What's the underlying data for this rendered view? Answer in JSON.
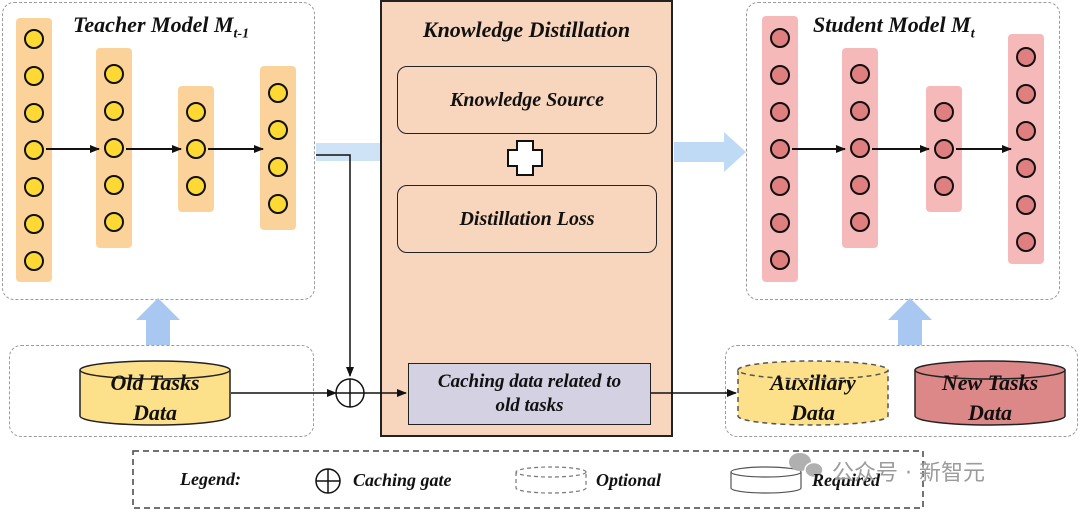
{
  "teacher": {
    "title": "Teacher Model M",
    "subscript": "t-1",
    "layers": [
      7,
      5,
      3,
      4
    ]
  },
  "student": {
    "title": "Student Model M",
    "subscript": "t",
    "layers": [
      7,
      5,
      3,
      6
    ]
  },
  "distillation": {
    "title": "Knowledge Distillation",
    "source": "Knowledge Source",
    "plus_icon": "plus-icon",
    "loss": "Distillation Loss"
  },
  "caching": {
    "line1": "Caching data related to",
    "line2": "old tasks"
  },
  "data": {
    "old_tasks": {
      "line1": "Old Tasks",
      "line2": "Data",
      "fill": "#fde08a"
    },
    "auxiliary": {
      "line1": "Auxiliary",
      "line2": "Data",
      "fill": "#fde08a"
    },
    "new_tasks": {
      "line1": "New Tasks",
      "line2": "Data",
      "fill": "#dc8888"
    }
  },
  "legend": {
    "title": "Legend:",
    "gate": "Caching gate",
    "optional": "Optional",
    "required": "Required"
  },
  "watermark": "公众号 · 新智元",
  "colors": {
    "teacher_layer": "#fbd39a",
    "teacher_node": "#ffd933",
    "student_layer": "#f6b9b9",
    "student_node": "#e07f7f",
    "kd_panel": "#f8d5bd",
    "cache_box": "#d4d1e3",
    "flow_arrow": "#cfe3f7"
  }
}
